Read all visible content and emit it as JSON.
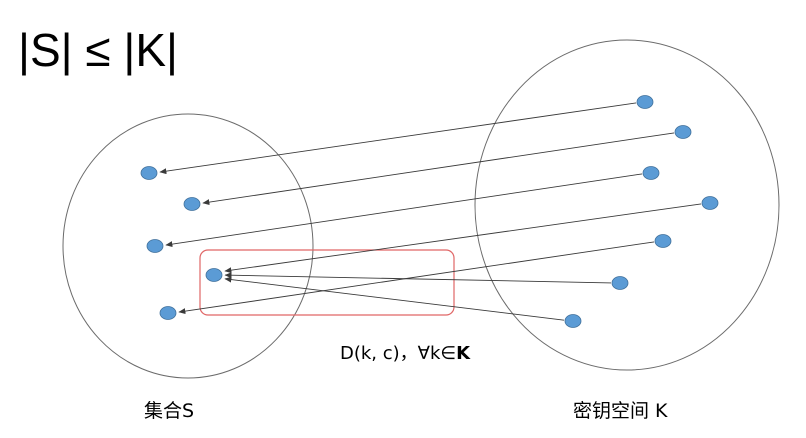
{
  "title": {
    "text": "|S| ≤ |K|"
  },
  "formula": {
    "prefix": "D(k, c)，∀k∈",
    "set_symbol": "K"
  },
  "labels": {
    "set_s": "集合S",
    "key_space": "密钥空间 K"
  },
  "colors": {
    "dot_fill": "#5b9bd5",
    "dot_stroke": "#41719c",
    "ellipse_stroke": "#6b6b6b",
    "highlight_stroke": "#e06666",
    "arrow_stroke": "#3a3a3a"
  },
  "mapping": [
    {
      "key": "k1",
      "target": "s1"
    },
    {
      "key": "k2",
      "target": "s2"
    },
    {
      "key": "k3",
      "target": "s3"
    },
    {
      "key": "k4",
      "target": "s4"
    },
    {
      "key": "k5",
      "target": "s5"
    },
    {
      "key": "k6",
      "target": "s4"
    },
    {
      "key": "k7",
      "target": "s4"
    }
  ]
}
